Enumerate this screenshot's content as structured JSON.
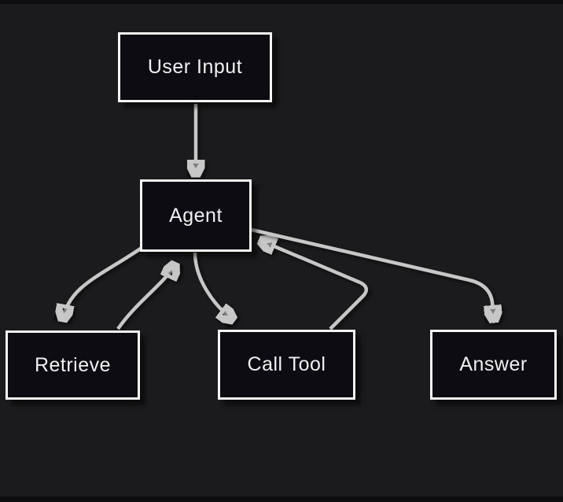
{
  "app": {
    "type": "flowchart-image"
  },
  "diagram": {
    "nodes": [
      {
        "id": "user-input",
        "label": "User Input"
      },
      {
        "id": "agent",
        "label": "Agent"
      },
      {
        "id": "retrieve",
        "label": "Retrieve"
      },
      {
        "id": "call-tool",
        "label": "Call Tool"
      },
      {
        "id": "answer",
        "label": "Answer"
      }
    ],
    "edges": [
      {
        "from": "User Input",
        "to": "Agent"
      },
      {
        "from": "Agent",
        "to": "Retrieve"
      },
      {
        "from": "Retrieve",
        "to": "Agent"
      },
      {
        "from": "Agent",
        "to": "Call Tool"
      },
      {
        "from": "Call Tool",
        "to": "Agent"
      },
      {
        "from": "Agent",
        "to": "Answer"
      }
    ],
    "colors": {
      "background": "#1b1a1c",
      "letterbox": "#0e0e10",
      "node_fill": "#0d0c13",
      "node_border": "#f5f5f5",
      "node_text": "#f0f0f0",
      "arrow": "#c7c7c7"
    }
  }
}
